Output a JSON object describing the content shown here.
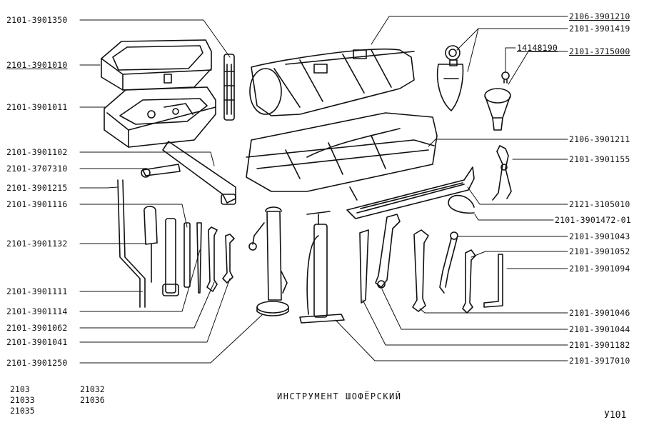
{
  "title": "ИНСТРУМЕНТ ШОФЁРСКИЙ",
  "sheet": "У101",
  "models": [
    "2103",
    "21033",
    "21035",
    "21032",
    "21036"
  ],
  "labels_left": [
    "2101-3901350",
    "2101-3901010",
    "2101-3901011",
    "2101-3901102",
    "2101-3707310",
    "2101-3901215",
    "2101-3901116",
    "2101-3901132",
    "2101-3901111",
    "2101-3901114",
    "2101-3901062",
    "2101-3901041",
    "2101-3901250"
  ],
  "labels_right": [
    "2106-3901210",
    "2101-3901419",
    "14148190",
    "2101-3715000",
    "2106-3901211",
    "2101-3901155",
    "2121-3105010",
    "2101-3901472-01",
    "2101-3901043",
    "2101-3901052",
    "2101-3901094",
    "2101-3901046",
    "2101-3901044",
    "2101-3901182",
    "2101-3917010"
  ]
}
